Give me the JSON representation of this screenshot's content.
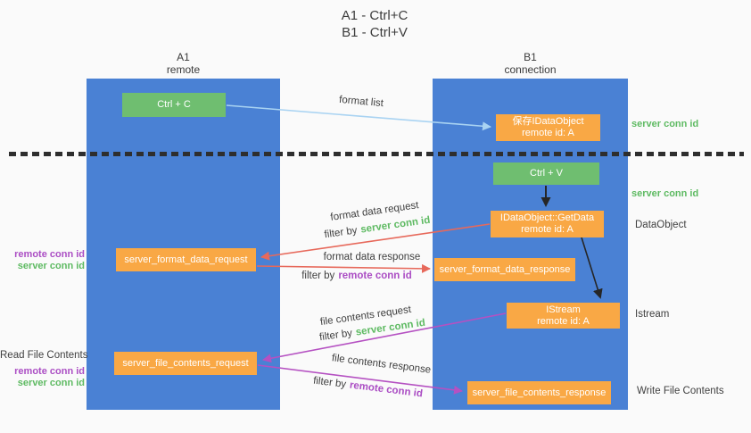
{
  "title": {
    "line1": "A1 - Ctrl+C",
    "line2": "B1 - Ctrl+V"
  },
  "lifelines": {
    "left": {
      "name": "A1",
      "role": "remote"
    },
    "right": {
      "name": "B1",
      "role": "connection"
    }
  },
  "boxes": {
    "ctrl_c": {
      "label": "Ctrl + C"
    },
    "save_dataobject": {
      "line1": "保存IDataObject",
      "line2": "remote id: A"
    },
    "ctrl_v": {
      "label": "Ctrl + V"
    },
    "getdata": {
      "line1": "IDataObject::GetData",
      "line2": "remote id: A"
    },
    "format_request": {
      "label": "server_format_data_request"
    },
    "format_response": {
      "label": "server_format_data_response"
    },
    "istream": {
      "line1": "IStream",
      "line2": "remote id: A"
    },
    "file_request": {
      "label": "server_file_contents_request"
    },
    "file_response": {
      "label": "server_file_contents_response"
    }
  },
  "arrow_labels": {
    "format_list": "format list",
    "format_data_request": "format data request",
    "format_data_response": "format data response",
    "file_contents_request": "file contents request",
    "file_contents_response": "file contents response",
    "filter_by": "filter by",
    "server_conn_id": "server conn id",
    "remote_conn_id": "remote conn id"
  },
  "side_labels": {
    "server_conn_id_top": "server conn id",
    "server_conn_id_mid": "server conn id",
    "dataobject": "DataObject",
    "istream": "Istream",
    "write_file_contents": "Write File Contents",
    "read_file_contents": "Read File Contents",
    "left_remote_conn_id_1": "remote conn id",
    "left_server_conn_id_1": "server conn id",
    "left_remote_conn_id_2": "remote conn id",
    "left_server_conn_id_2": "server conn id"
  },
  "colors": {
    "background": "#fafafa",
    "lifeline_blue": "#4a81d4",
    "box_orange": "#f9a845",
    "box_green": "#6fbe70",
    "text_green": "#5eba62",
    "text_purple": "#ab4ec4",
    "text_dark": "#404040",
    "arrow_red": "#e7695b",
    "arrow_purple": "#b551c2",
    "arrow_blue": "#a9d3f2",
    "arrow_black": "#262626"
  }
}
